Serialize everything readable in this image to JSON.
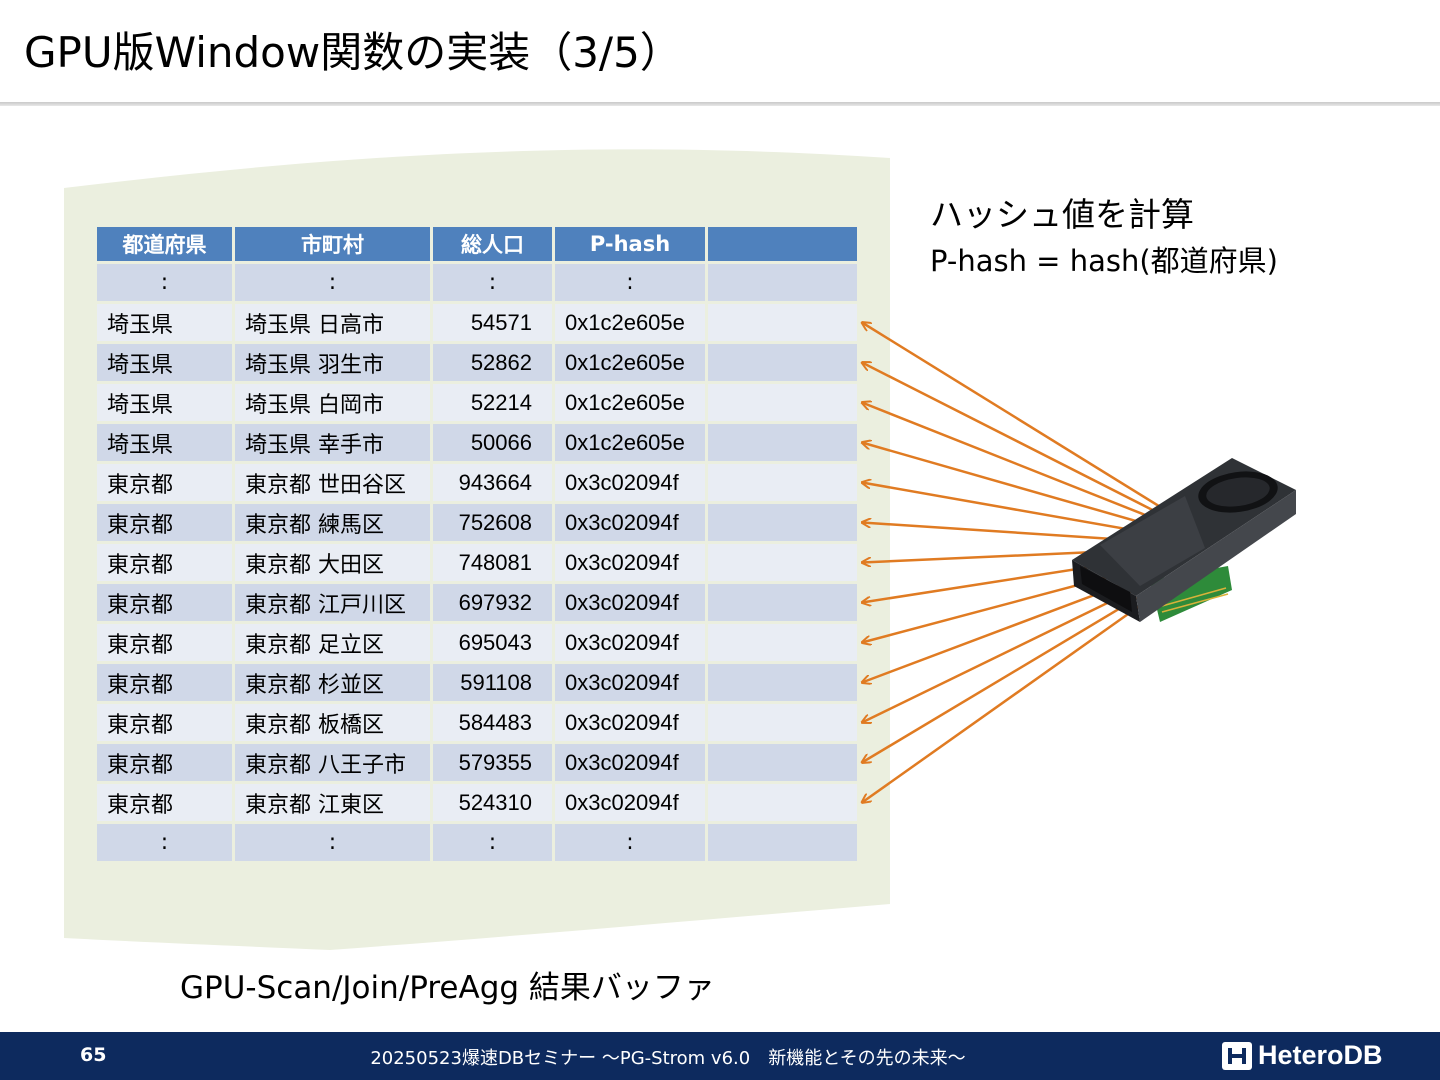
{
  "slide": {
    "title": "GPU版Window関数の実装（3/5）"
  },
  "table": {
    "headers": [
      "都道府県",
      "市町村",
      "総人口",
      "P-hash",
      ""
    ],
    "ellipsis": ":",
    "rows": [
      [
        "埼玉県",
        "埼玉県 日高市",
        "54571",
        "0x1c2e605e"
      ],
      [
        "埼玉県",
        "埼玉県 羽生市",
        "52862",
        "0x1c2e605e"
      ],
      [
        "埼玉県",
        "埼玉県 白岡市",
        "52214",
        "0x1c2e605e"
      ],
      [
        "埼玉県",
        "埼玉県 幸手市",
        "50066",
        "0x1c2e605e"
      ],
      [
        "東京都",
        "東京都 世田谷区",
        "943664",
        "0x3c02094f"
      ],
      [
        "東京都",
        "東京都 練馬区",
        "752608",
        "0x3c02094f"
      ],
      [
        "東京都",
        "東京都 大田区",
        "748081",
        "0x3c02094f"
      ],
      [
        "東京都",
        "東京都 江戸川区",
        "697932",
        "0x3c02094f"
      ],
      [
        "東京都",
        "東京都 足立区",
        "695043",
        "0x3c02094f"
      ],
      [
        "東京都",
        "東京都 杉並区",
        "591108",
        "0x3c02094f"
      ],
      [
        "東京都",
        "東京都 板橋区",
        "584483",
        "0x3c02094f"
      ],
      [
        "東京都",
        "東京都 八王子市",
        "579355",
        "0x3c02094f"
      ],
      [
        "東京都",
        "東京都 江東区",
        "524310",
        "0x3c02094f"
      ]
    ]
  },
  "annotation": {
    "heading": "ハッシュ値を計算",
    "formula": "P-hash = hash(都道府県)"
  },
  "caption": "GPU-Scan/Join/PreAgg 結果バッファ",
  "footer": {
    "page_number": "65",
    "text": "20250523爆速DBセミナー ～PG-Strom v6.0　新機能とその先の未来～",
    "logo": "HeteroDB"
  },
  "colors": {
    "header_fill": "#4f81bd",
    "row_odd": "#d0d8e8",
    "row_even": "#e9edf4",
    "buffer_fill": "#ebefdf",
    "arrow": "#e07b22",
    "footer_bg": "#0d2a5e"
  },
  "icons": [
    "gpu-card-icon",
    "heterodb-logo-icon"
  ]
}
